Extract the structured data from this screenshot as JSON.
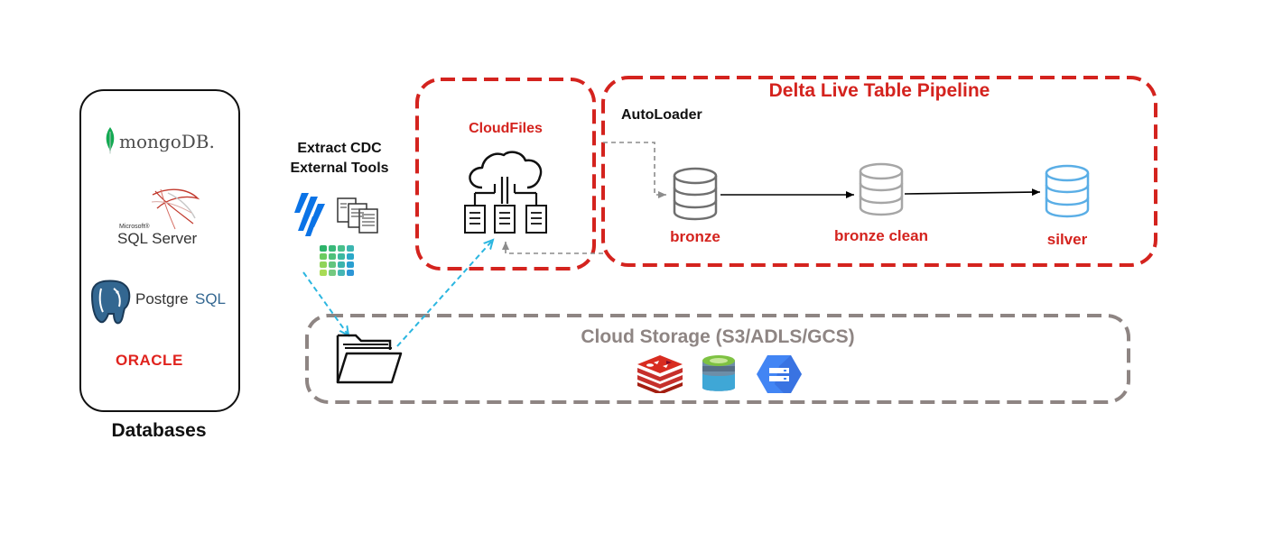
{
  "databases": {
    "label": "Databases",
    "items": [
      {
        "name": "mongoDB.",
        "icon": "mongodb-logo"
      },
      {
        "name_small": "Microsoft®",
        "name": "SQL Server",
        "icon": "sql-server-logo"
      },
      {
        "prefix": "Postgre",
        "suffix": "SQL",
        "icon": "postgresql-elephant-logo"
      },
      {
        "name": "ORACLE",
        "icon": "oracle-logo"
      }
    ]
  },
  "extract": {
    "line1": "Extract CDC",
    "line2": "External Tools",
    "icons": [
      "fivetran-logo",
      "documents-icon",
      "grid-tool-logo"
    ]
  },
  "cloudfiles": {
    "label": "CloudFiles",
    "icon": "cloud-network-icon"
  },
  "pipeline": {
    "title": "Delta Live Table Pipeline",
    "autoloader": "AutoLoader",
    "stages": [
      {
        "label": "bronze",
        "icon": "database-icon",
        "color": "#6f6f6f"
      },
      {
        "label": "bronze clean",
        "icon": "database-icon",
        "color": "#a6a6a6"
      },
      {
        "label": "silver",
        "icon": "database-icon",
        "color": "#5aaee6"
      }
    ]
  },
  "storage": {
    "label": "Cloud Storage (S3/ADLS/GCS)",
    "icons": [
      "redis-logo",
      "azure-storage-logo",
      "google-cloud-storage-logo"
    ],
    "folder_icon": "folder-icon"
  },
  "colors": {
    "red": "#d4231e",
    "grey_border": "#8e8583",
    "cyan": "#2bb6e0",
    "dashed_grey": "#8c8c8c",
    "oracle": "#e0231e",
    "mongo_green": "#13aa52"
  }
}
